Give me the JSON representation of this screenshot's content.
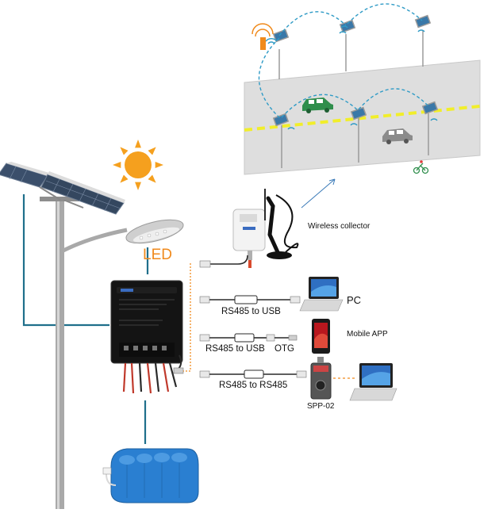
{
  "labels": {
    "led": "LED",
    "wireless_collector": "Wireless collector",
    "pc": "PC",
    "mobile_app": "Mobile APP",
    "rs485_usb_1": "RS485 to USB",
    "rs485_usb_2": "RS485 to USB",
    "otg": "OTG",
    "rs485_rs485": "RS485 to RS485",
    "spp": "SPP-02"
  },
  "colors": {
    "sky_link": "#2f9bc6",
    "wire_teal": "#1f6f8b",
    "road_yellow": "#f1ee2a",
    "road": "#dedede",
    "sun": "#f5a01e",
    "accent_orange": "#f08a1c",
    "car_green": "#2f8e4c"
  },
  "icons": {
    "sun": "sun-icon",
    "controller": "charge-controller-icon",
    "battery": "battery-pack-icon",
    "laptop": "laptop-icon",
    "phone": "smartphone-icon",
    "antenna": "antenna-icon",
    "wifi": "wifi-icon",
    "bicycle": "bicycle-icon"
  }
}
